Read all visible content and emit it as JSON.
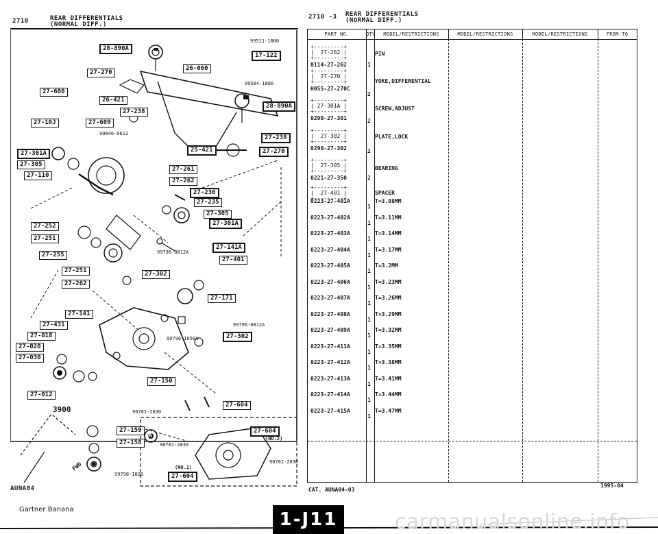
{
  "header_left": {
    "code": "2710",
    "title": "REAR DIFFERENTIALS",
    "subtitle": "(NORMAL DIFF.)"
  },
  "header_right": {
    "code": "2710 -3",
    "title": "REAR DIFFERENTIALS",
    "subtitle": "(NORMAL DIFF.)"
  },
  "diagram_tags": {
    "t28_890a_top": "28-890A",
    "t17_122": "17-122",
    "t27_270_left": "27-270",
    "t26_060": "26-060",
    "t27_600": "27-600",
    "t26_421": "26-421",
    "t27_238_left": "27-238",
    "t28_890a_right": "28-890A",
    "t27_10j": "27-10J",
    "t27_609": "27-609",
    "t27_238_right": "27-238",
    "t25_421": "25-421",
    "t27_270_right": "27-270",
    "t27_301a_left": "27-301A",
    "t27_305_left": "27-305",
    "t27_110": "27-110",
    "t27_261": "27-261",
    "t27_262_top": "27-262",
    "t27_230": "27-230",
    "t27_235": "27-235",
    "t27_305_mid": "27-305",
    "t27_301a_mid": "27-301A",
    "t27_252_left": "27-252",
    "t27_251_left": "27-251",
    "t27_255": "27-255",
    "t27_141a": "27-141A",
    "t27_401": "27-401",
    "t27_251_mid": "27-251",
    "t27_302_mid": "27-302",
    "t27_262_mid": "27-262",
    "t27_171": "27-171",
    "t27_141": "27-141",
    "t27_431": "27-431",
    "t27_018": "27-018",
    "t27_020": "27-020",
    "t27_030": "27-030",
    "t27_302_low": "27-302",
    "t27_150": "27-150",
    "t27_012": "27-012",
    "t27_604_right": "27-604",
    "t27_159": "27-159",
    "t27_158": "27-158",
    "t27_604_inset": "27-604",
    "t27_604_bottom": "27-604"
  },
  "diagram_numbers": {
    "n99511": "99511-1800",
    "n99584": "99584-1800",
    "n90846": "90846-0612",
    "n99796_mid": "99796-0812A",
    "n99796_low": "99796-0812A",
    "n99796_1050": "99796-1050A",
    "n90781_a": "90781-2830",
    "n90781_b": "90781-2830",
    "n90781_c": "90781-2830",
    "n99798": "99798-1020",
    "no1": "(NO.1)",
    "no2": "(NO.2)",
    "n3900": "3900",
    "circle_a": "A",
    "fwd": "FWD"
  },
  "table": {
    "headers": [
      "PART NO.",
      "QTY",
      "MODEL/RESTRICTIONS",
      "MODEL/RESTRICTIONS",
      "MODEL/RESTRICTIONS",
      "FROM-TO"
    ],
    "groups": [
      {
        "box": "27-262",
        "part_no": "0114-27-262",
        "qty": "1",
        "desc": "PIN"
      },
      {
        "box": "27-270",
        "part_no": "H055-27-270C",
        "qty": "2",
        "desc": "YOKE,DIFFERENTIAL"
      },
      {
        "box": "27-301A",
        "part_no": "0290-27-301",
        "qty": "2",
        "desc": "SCREW,ADJUST"
      },
      {
        "box": "27-302",
        "part_no": "0290-27-302",
        "qty": "2",
        "desc": "PLATE,LOCK"
      },
      {
        "box": "27-305",
        "part_no": "0221-27-350",
        "qty": "2",
        "desc": "BEARING"
      }
    ],
    "spacer_box": "27-401",
    "spacer_desc": "SPACER",
    "spacers": [
      {
        "part_no": "0223-27-401A",
        "qty": "1",
        "desc": "T=3.08MM"
      },
      {
        "part_no": "0223-27-402A",
        "qty": "1",
        "desc": "T=3.11MM"
      },
      {
        "part_no": "0223-27-403A",
        "qty": "1",
        "desc": "T=3.14MM"
      },
      {
        "part_no": "0223-27-404A",
        "qty": "1",
        "desc": "T=3.17MM"
      },
      {
        "part_no": "0223-27-405A",
        "qty": "1",
        "desc": "T=3.2MM"
      },
      {
        "part_no": "0223-27-406A",
        "qty": "1",
        "desc": "T=3.23MM"
      },
      {
        "part_no": "0223-27-407A",
        "qty": "1",
        "desc": "T=3.26MM"
      },
      {
        "part_no": "0223-27-408A",
        "qty": "1",
        "desc": "T=3.29MM"
      },
      {
        "part_no": "0223-27-409A",
        "qty": "1",
        "desc": "T=3.32MM"
      },
      {
        "part_no": "0223-27-411A",
        "qty": "1",
        "desc": "T=3.35MM"
      },
      {
        "part_no": "0223-27-412A",
        "qty": "1",
        "desc": "T=3.38MM"
      },
      {
        "part_no": "0223-27-413A",
        "qty": "1",
        "desc": "T=3.41MM"
      },
      {
        "part_no": "0223-27-414A",
        "qty": "1",
        "desc": "T=3.44MM"
      },
      {
        "part_no": "0223-27-415A",
        "qty": "1",
        "desc": "T=3.47MM"
      }
    ]
  },
  "footer": {
    "left_code": "AUNA04",
    "cat": "CAT. AUNA04-03",
    "date": "1995-04",
    "owner": "Gartner Banana",
    "page": "1-J11",
    "watermark": "carmanualsonline.info"
  }
}
